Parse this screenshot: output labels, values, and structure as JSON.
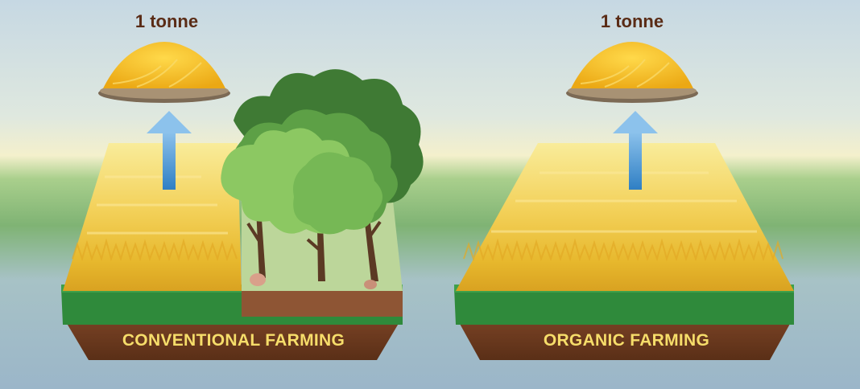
{
  "panels": [
    {
      "yield_label": "1 tonne",
      "farm_label": "CONVENTIONAL FARMING"
    },
    {
      "yield_label": "1 tonne",
      "farm_label": "ORGANIC FARMING"
    }
  ],
  "colors": {
    "sky_top": "#c9dbe6",
    "sky_glow": "#f4f0cc",
    "horizon_green": "#8dbe7c",
    "ground_blue": "#9cb8ca",
    "wheat_gold": "#f0c53a",
    "grass_green": "#2e8a3a",
    "soil_brown": "#6b3a1f",
    "grain_yellow": "#f5b817",
    "arrow_blue": "#3d8fd1",
    "tree_green": "#6aae4a",
    "label_brown": "#5a2c16",
    "label_yellow": "#f6dd6a"
  },
  "icons": [
    "grain-pile-icon",
    "up-arrow-icon",
    "tree-icon"
  ]
}
